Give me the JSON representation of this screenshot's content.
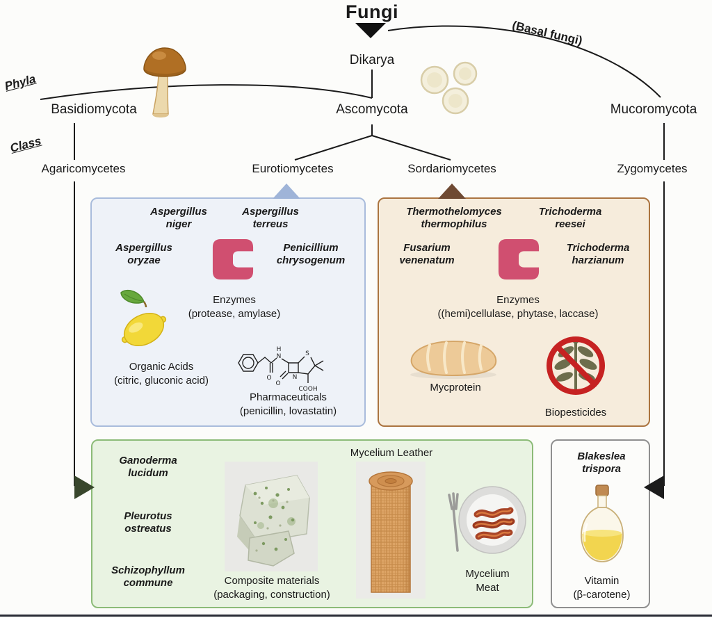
{
  "figure": {
    "title": "Fungi",
    "subkingdom": "Dikarya",
    "basal_label": "(Basal fungi)",
    "rank_phyla": "Phyla",
    "rank_class": "Class",
    "phyla": {
      "basidiomycota": "Basidiomycota",
      "ascomycota": "Ascomycota",
      "mucoromycota": "Mucoromycota"
    },
    "classes": {
      "agaricomycetes": "Agaricomycetes",
      "eurotiomycetes": "Eurotiomycetes",
      "sordariomycetes": "Sordariomycetes",
      "zygomycetes": "Zygomycetes"
    }
  },
  "eurotiomycetes_box": {
    "species": [
      "Aspergillus niger",
      "Aspergillus terreus",
      "Aspergillus oryzae",
      "Penicillium chrysogenum"
    ],
    "enzymes_label": "Enzymes",
    "enzymes_detail": "(protease, amylase)",
    "organic_acids_label": "Organic Acids",
    "organic_acids_detail": "(citric, gluconic acid)",
    "pharmaceuticals_label": "Pharmaceuticals",
    "pharmaceuticals_detail": "(penicillin, lovastatin)"
  },
  "sordariomycetes_box": {
    "species": [
      "Thermothelomyces thermophilus",
      "Trichoderma reesei",
      "Fusarium venenatum",
      "Trichoderma harzianum"
    ],
    "enzymes_label": "Enzymes",
    "enzymes_detail": "((hemi)cellulase, phytase, laccase)",
    "mycoprotein_label": "Mycprotein",
    "biopesticides_label": "Biopesticides"
  },
  "agaricomycetes_box": {
    "species": [
      "Ganoderma lucidum",
      "Pleurotus ostreatus",
      "Schizophyllum commune"
    ],
    "composite_label": "Composite materials",
    "composite_detail": "(packaging, construction)",
    "leather_label": "Mycelium Leather",
    "meat_label": "Mycelium Meat"
  },
  "zygomycetes_box": {
    "species": [
      "Blakeslea trispora"
    ],
    "vitamin_label": "Vitamin",
    "vitamin_detail": "(β-carotene)"
  },
  "penicillin_atoms": {
    "h": "H",
    "n_amide": "N",
    "o_amide": "O",
    "o_lactam": "O",
    "s": "S",
    "n_lactam": "N",
    "cooh": "COOH"
  },
  "icons": {
    "mushroom-icon": "brown mushroom (Basidiomycota)",
    "yeast-cells-icon": "rounded fungal cells (Ascomycota)",
    "enzyme-icon": "pink notched-square enzyme symbol",
    "lemon-icon": "lemon with leaf (organic acids)",
    "penicillin-structure-icon": "penicillin skeletal formula",
    "mycoprotein-loaf-icon": "tan mycoprotein loaf",
    "no-biopesticide-icon": "plant behind red prohibition sign",
    "composite-material-image": "grey-green mycelium composite blocks",
    "mycelium-leather-image": "tan mycelium leather roll",
    "mycelium-meat-image": "plate of mycelium meat strips with fork",
    "carotene-bottle-icon": "glass bottle of yellow carotene oil"
  },
  "colors": {
    "enzyme_pink": "#d04f70",
    "eurotiomycetes_box_bg": "#eef2f8",
    "eurotiomycetes_box_border": "#a9bcdc",
    "sordariomycetes_box_bg": "#f6ecdc",
    "sordariomycetes_box_border": "#ab7440",
    "agaricomycetes_box_bg": "#e9f3e2",
    "agaricomycetes_box_border": "#8cbb78",
    "zygomycetes_box_bg": "#fcfcfa",
    "zygomycetes_box_border": "#8f8f8f",
    "prohibition_red": "#c62222",
    "line_black": "#1a1a1a"
  }
}
